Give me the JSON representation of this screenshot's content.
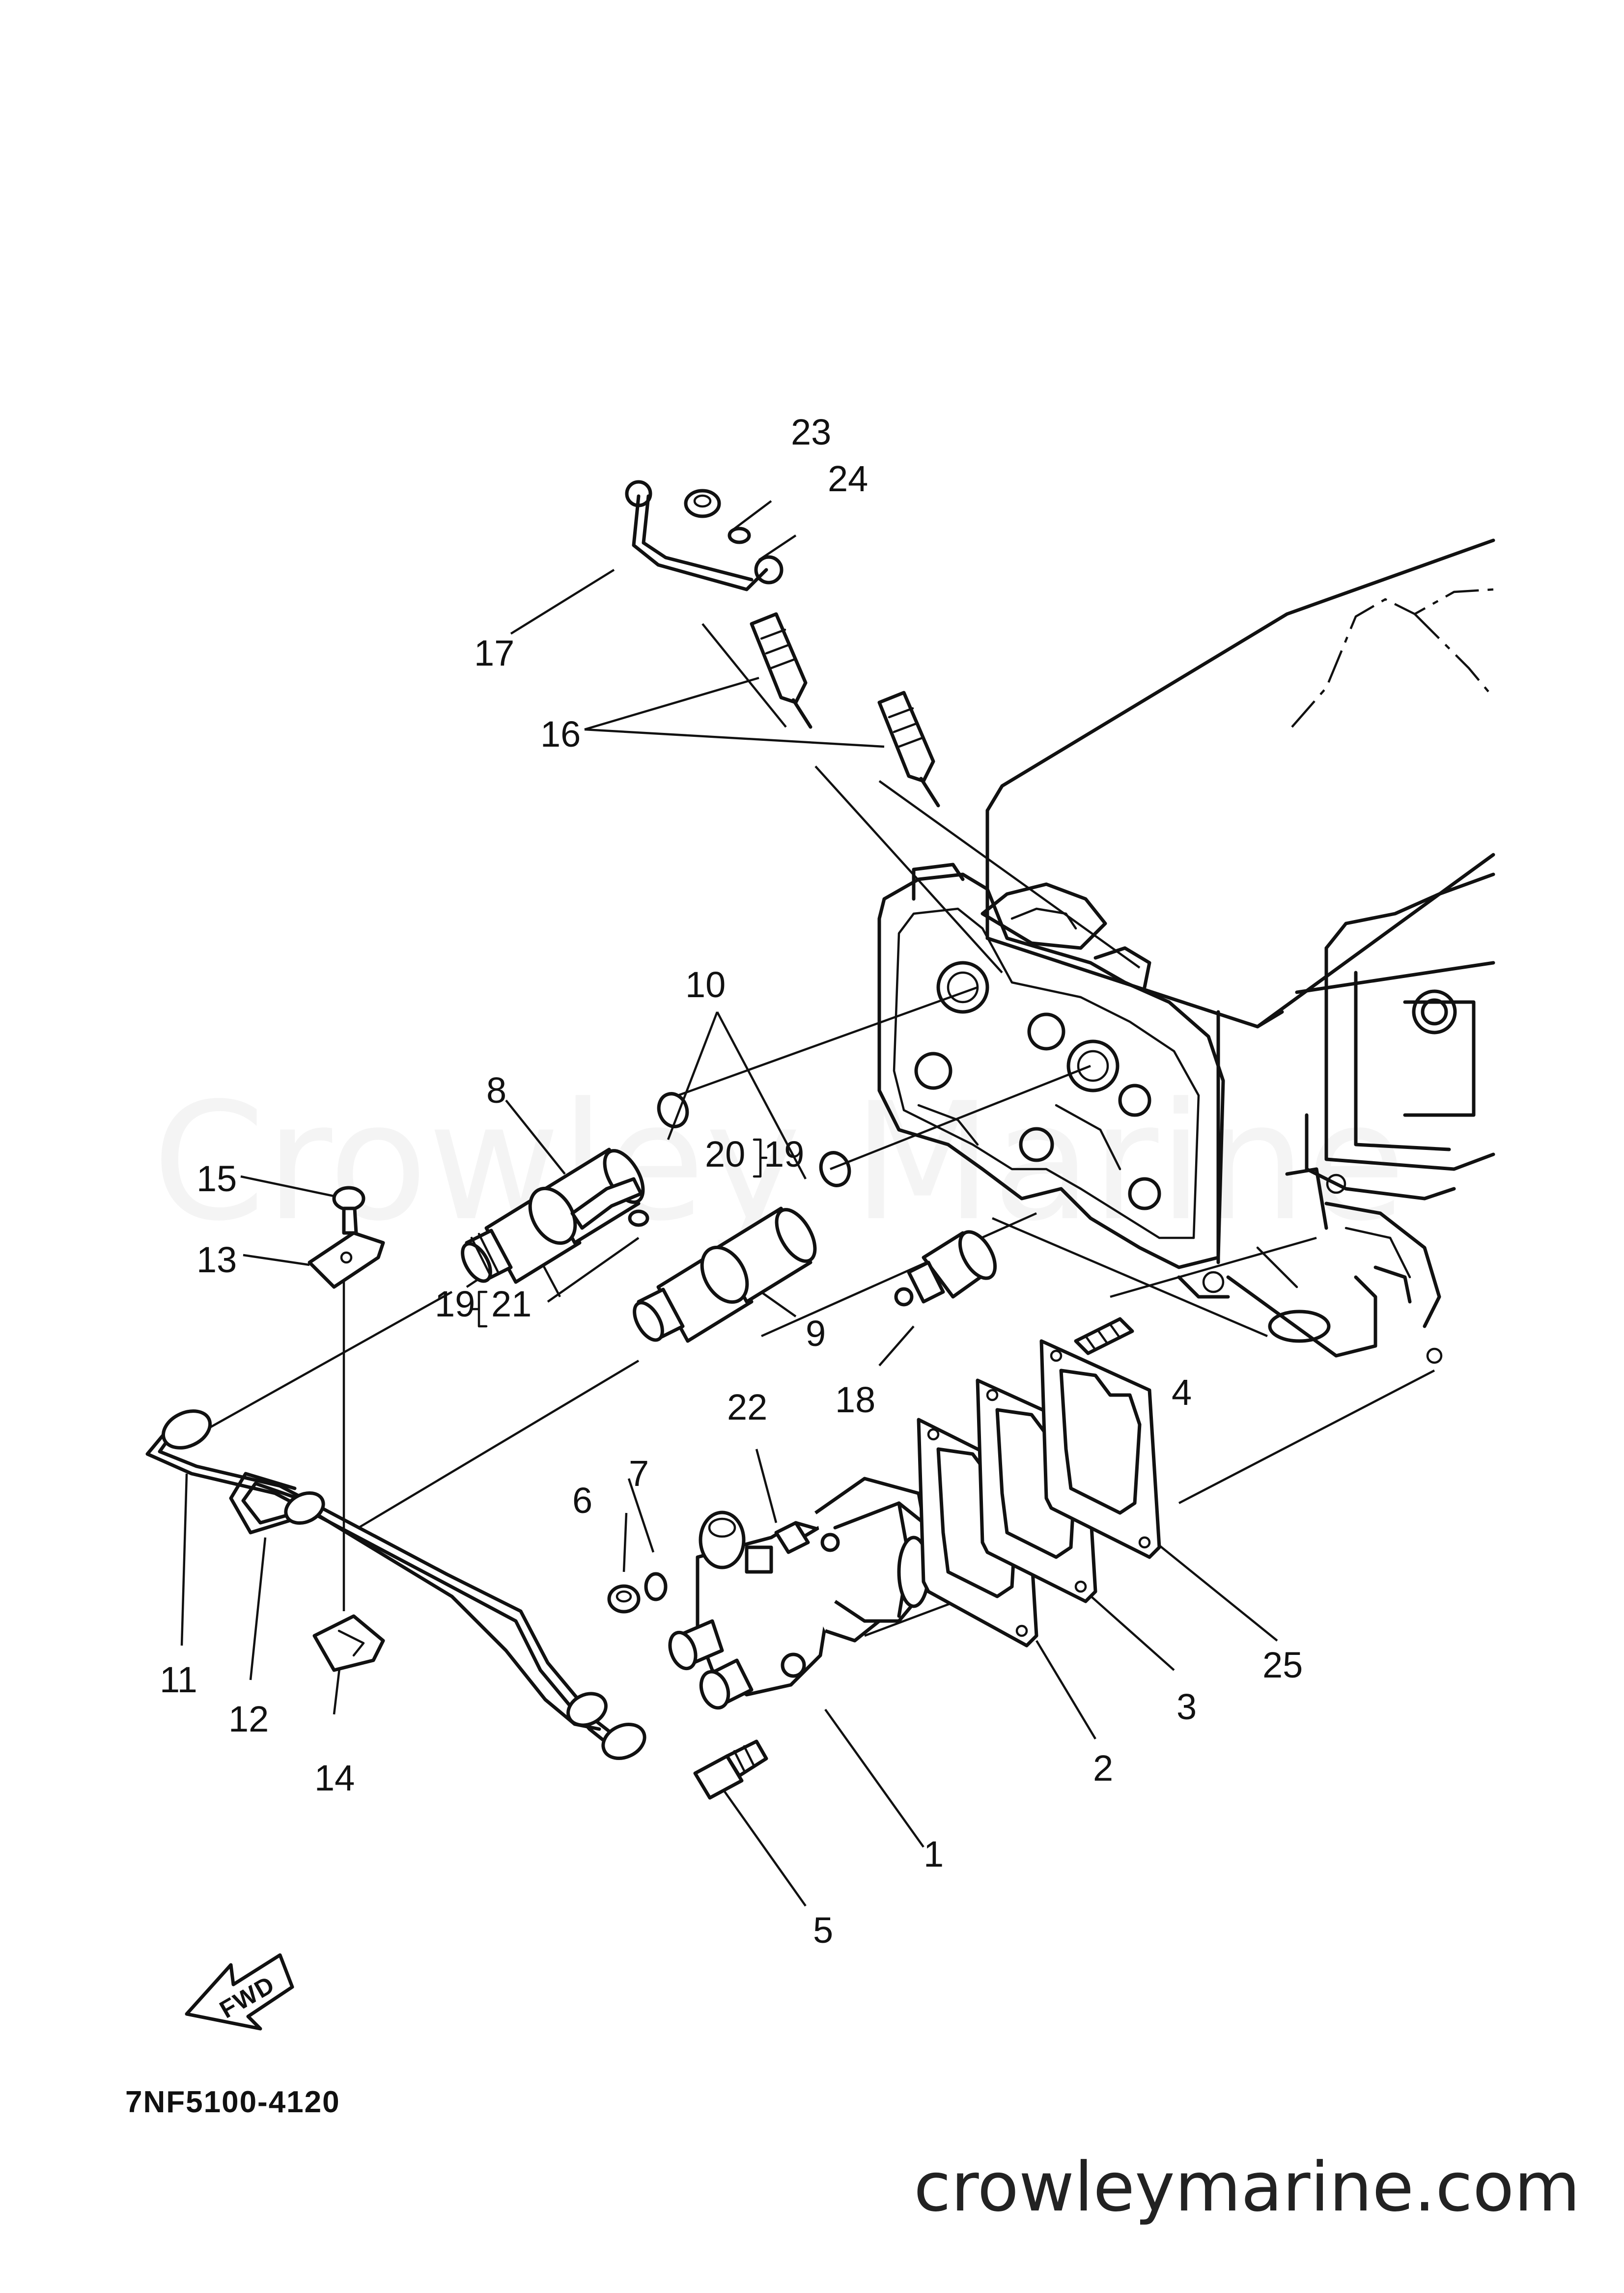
{
  "diagram": {
    "callouts": [
      {
        "id": "c1",
        "text": "1"
      },
      {
        "id": "c2",
        "text": "2"
      },
      {
        "id": "c3",
        "text": "3"
      },
      {
        "id": "c4",
        "text": "4"
      },
      {
        "id": "c5",
        "text": "5"
      },
      {
        "id": "c6",
        "text": "6"
      },
      {
        "id": "c7",
        "text": "7"
      },
      {
        "id": "c8",
        "text": "8"
      },
      {
        "id": "c9",
        "text": "9"
      },
      {
        "id": "c10",
        "text": "10"
      },
      {
        "id": "c11",
        "text": "11"
      },
      {
        "id": "c12",
        "text": "12"
      },
      {
        "id": "c13",
        "text": "13"
      },
      {
        "id": "c14",
        "text": "14"
      },
      {
        "id": "c15",
        "text": "15"
      },
      {
        "id": "c16",
        "text": "16"
      },
      {
        "id": "c17",
        "text": "17"
      },
      {
        "id": "c18",
        "text": "18"
      },
      {
        "id": "c19a",
        "text": "19"
      },
      {
        "id": "c19b",
        "text": "19"
      },
      {
        "id": "c20",
        "text": "20"
      },
      {
        "id": "c21",
        "text": "21"
      },
      {
        "id": "c22",
        "text": "22"
      },
      {
        "id": "c23",
        "text": "23"
      },
      {
        "id": "c24",
        "text": "24"
      },
      {
        "id": "c25",
        "text": "25"
      }
    ],
    "fwd_label": "FWD",
    "part_code": "7NF5100-4120",
    "watermark": "Crowley Marine",
    "website": "crowleymarine.com"
  }
}
